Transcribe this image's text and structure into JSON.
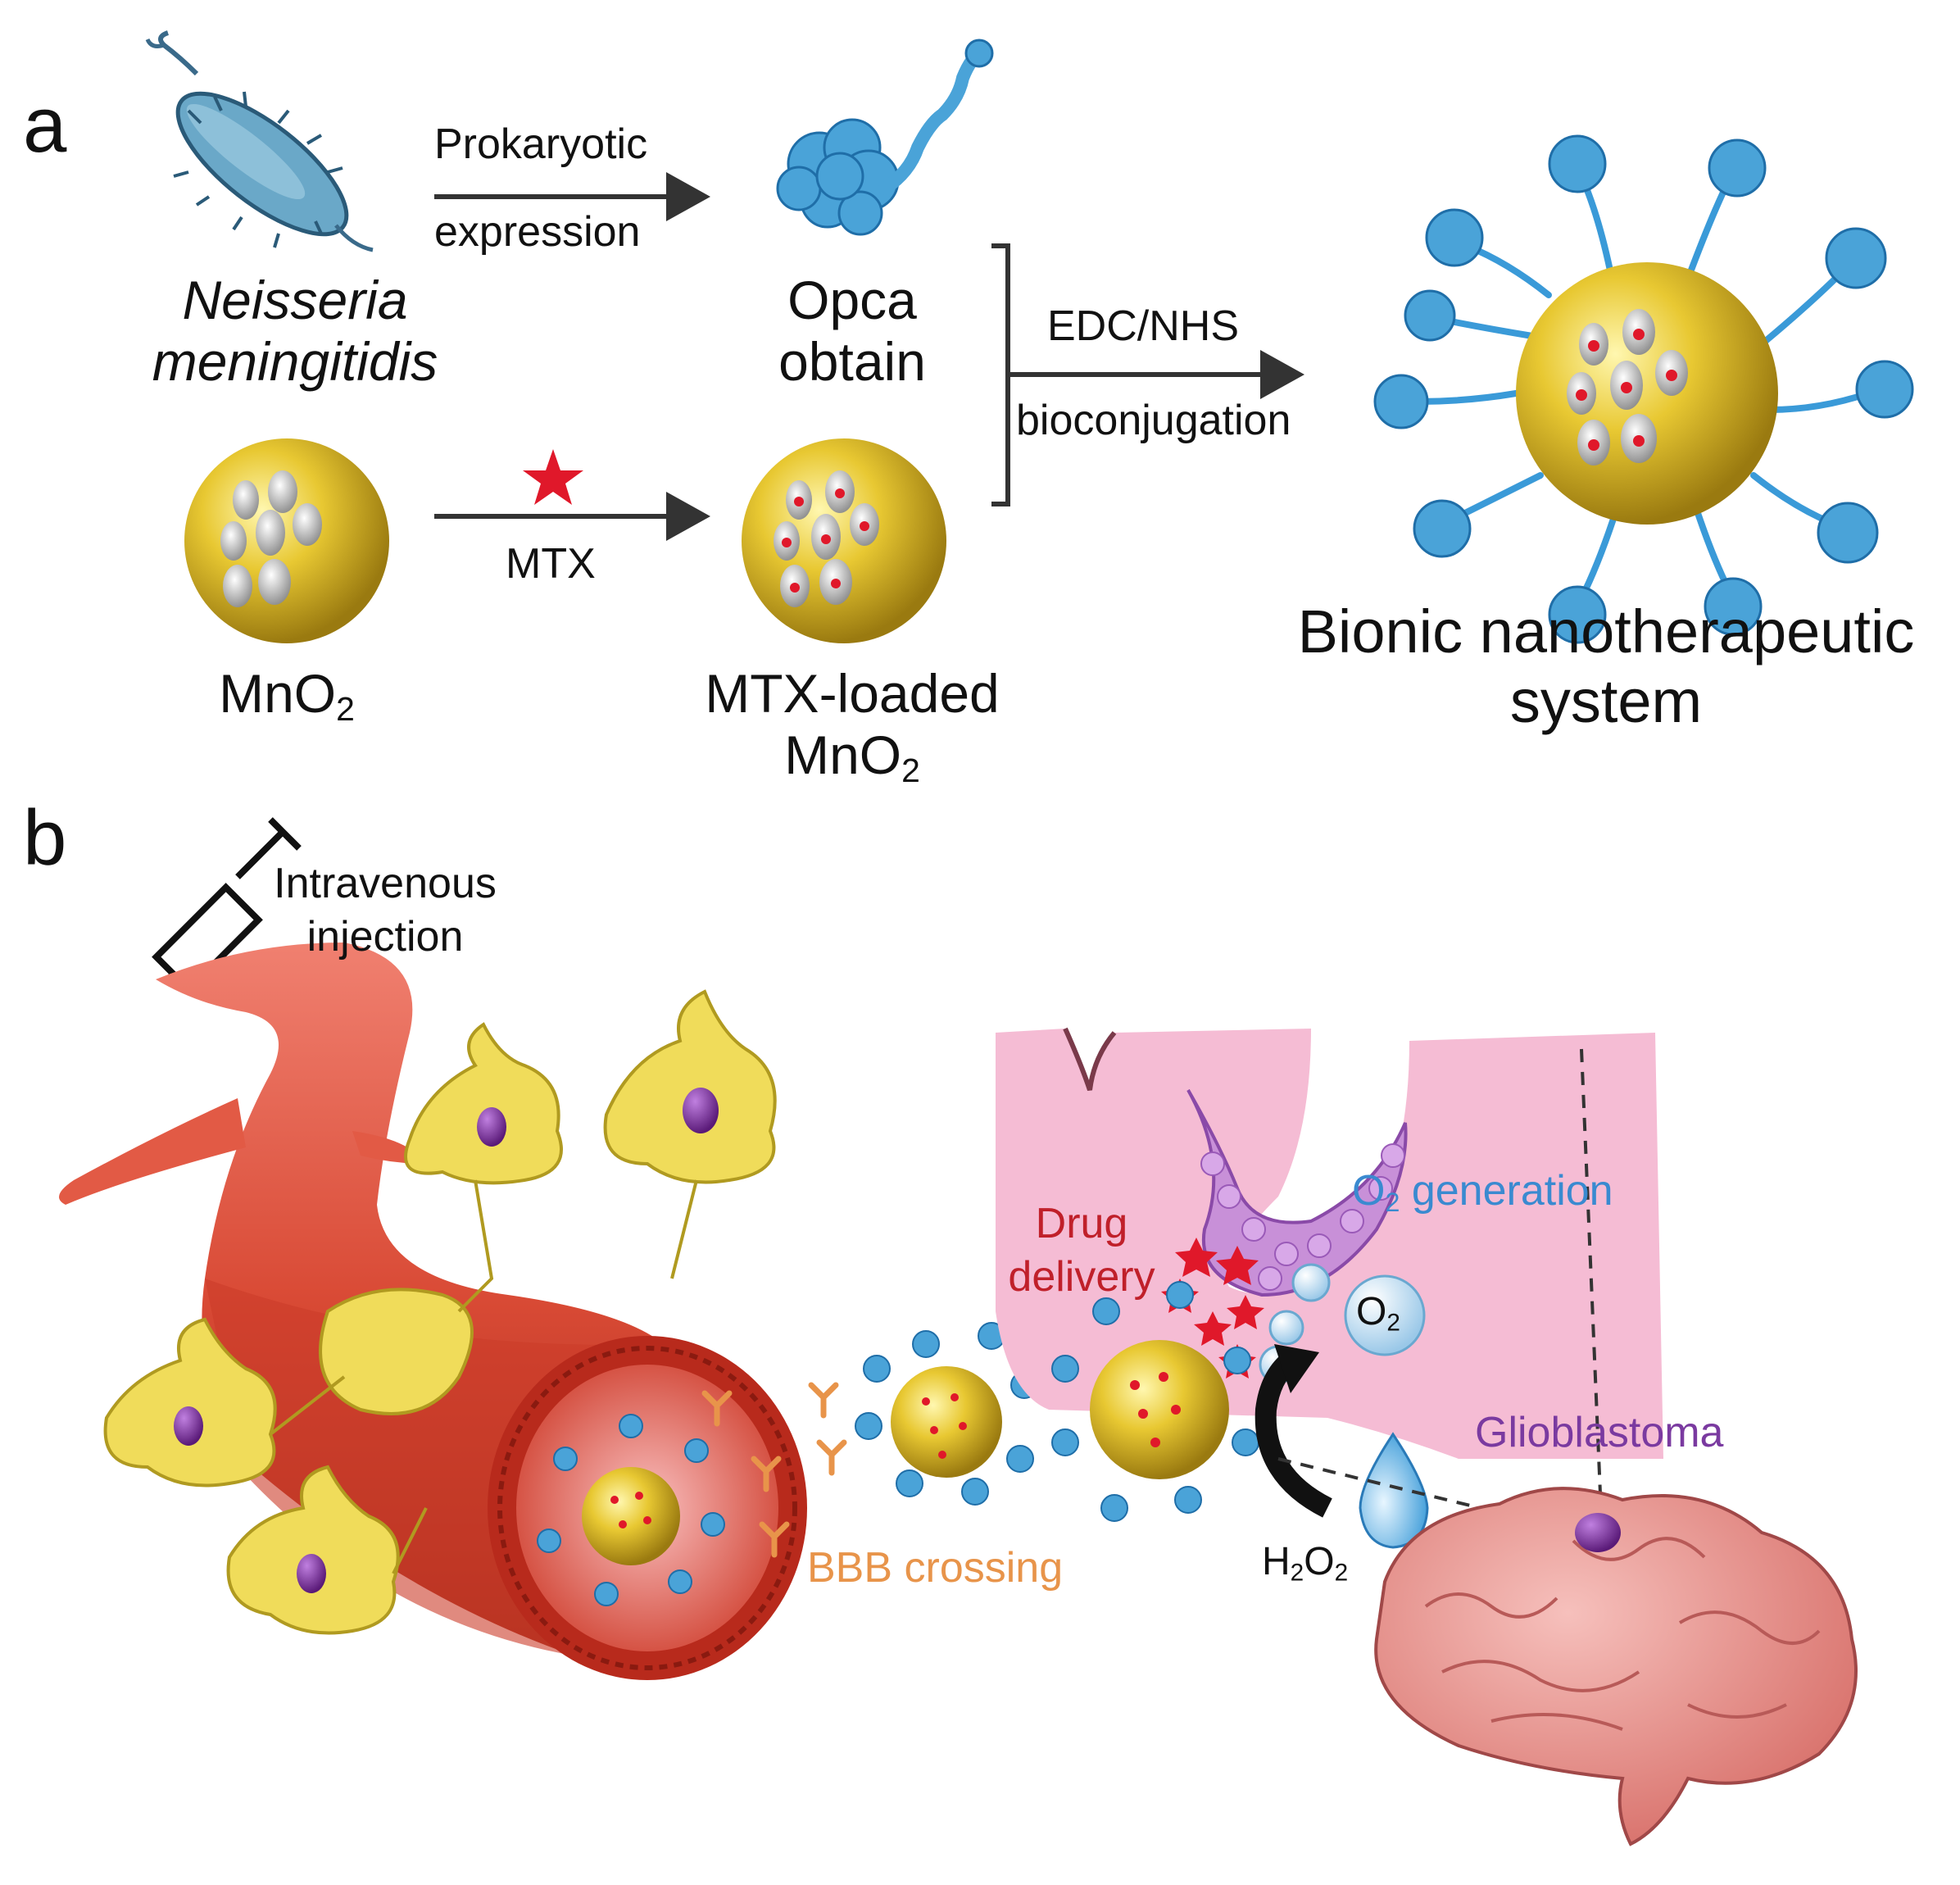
{
  "panel_a": {
    "panel_label": "a",
    "bacterium_label_line1": "Neisseria",
    "bacterium_label_line2": "meningitidis",
    "arrow1_label_top": "Prokaryotic",
    "arrow1_label_bottom": "expression",
    "protein_label_line1": "Opca",
    "protein_label_line2": "obtain",
    "arrow2_label": "MTX",
    "mno2_label": "MnO",
    "mno2_sub": "2",
    "loaded_label_line1": "MTX-loaded",
    "loaded_label_line2": "MnO",
    "loaded_sub": "2",
    "conj_label_top": "EDC/NHS",
    "conj_label_bottom": "bioconjugation",
    "result_label_line1": "Bionic nanotherapeutic",
    "result_label_line2": "system"
  },
  "panel_b": {
    "panel_label": "b",
    "injection_line1": "Intravenous",
    "injection_line2": "injection",
    "bbb_label": "BBB crossing",
    "drug_line1": "Drug",
    "drug_line2": "delivery",
    "o2gen_prefix": "O",
    "o2gen_sub": "2",
    "o2gen_suffix": " generation",
    "o2_bubble": "O",
    "o2_bubble_sub": "2",
    "h2o2_a": "H",
    "h2o2_sub1": "2",
    "h2o2_b": "O",
    "h2o2_sub2": "2",
    "glioblastoma": "Glioblastoma"
  },
  "colors": {
    "nanoparticle": "#e8c832",
    "vessel": "#d94a35",
    "astrocyte": "#f0dc5a",
    "nucleus": "#8a3fa8",
    "protein": "#4aa3d8",
    "tumor_tissue": "#f5bcd4",
    "drug_star": "#e0182a",
    "bbb_text": "#e8944a",
    "drug_text": "#c0202a",
    "o2_text": "#3a8ad0",
    "glio_text": "#7a3aa0"
  }
}
